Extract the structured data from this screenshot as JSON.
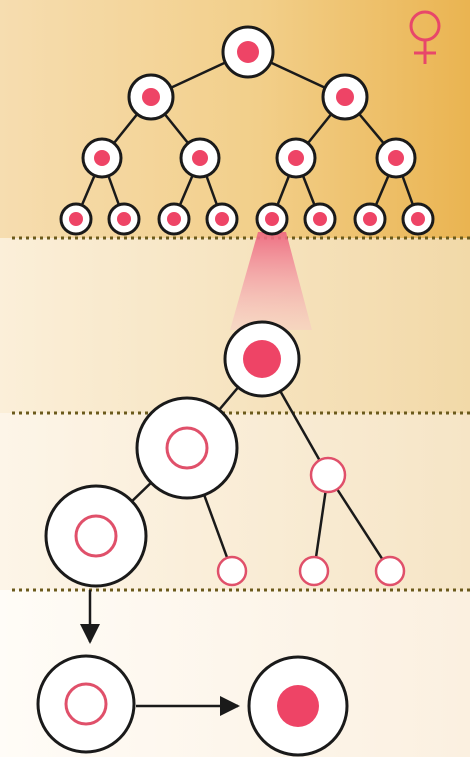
{
  "title": "",
  "symbol": {
    "glyph": "♀",
    "icon": "female-symbol-icon",
    "color": "#e8476a"
  },
  "colors": {
    "accent": "#ee4466",
    "ring": "#e0506a",
    "line": "#1a1a1a",
    "dotted_divider": "#6b5a1c",
    "band_dark": "#e9b554",
    "band_light": "#f6e2b8"
  },
  "panels": [
    {
      "id": "population-tree",
      "levels": 4,
      "nodes": 15,
      "node_fill": "solid"
    },
    {
      "id": "enlarged-cell",
      "fill": "solid"
    },
    {
      "id": "division-tree",
      "cells": [
        "ring",
        "ring",
        "ring",
        "ring",
        "ring",
        "ring"
      ]
    },
    {
      "id": "conversion",
      "from": "ring",
      "to": "solid"
    }
  ]
}
